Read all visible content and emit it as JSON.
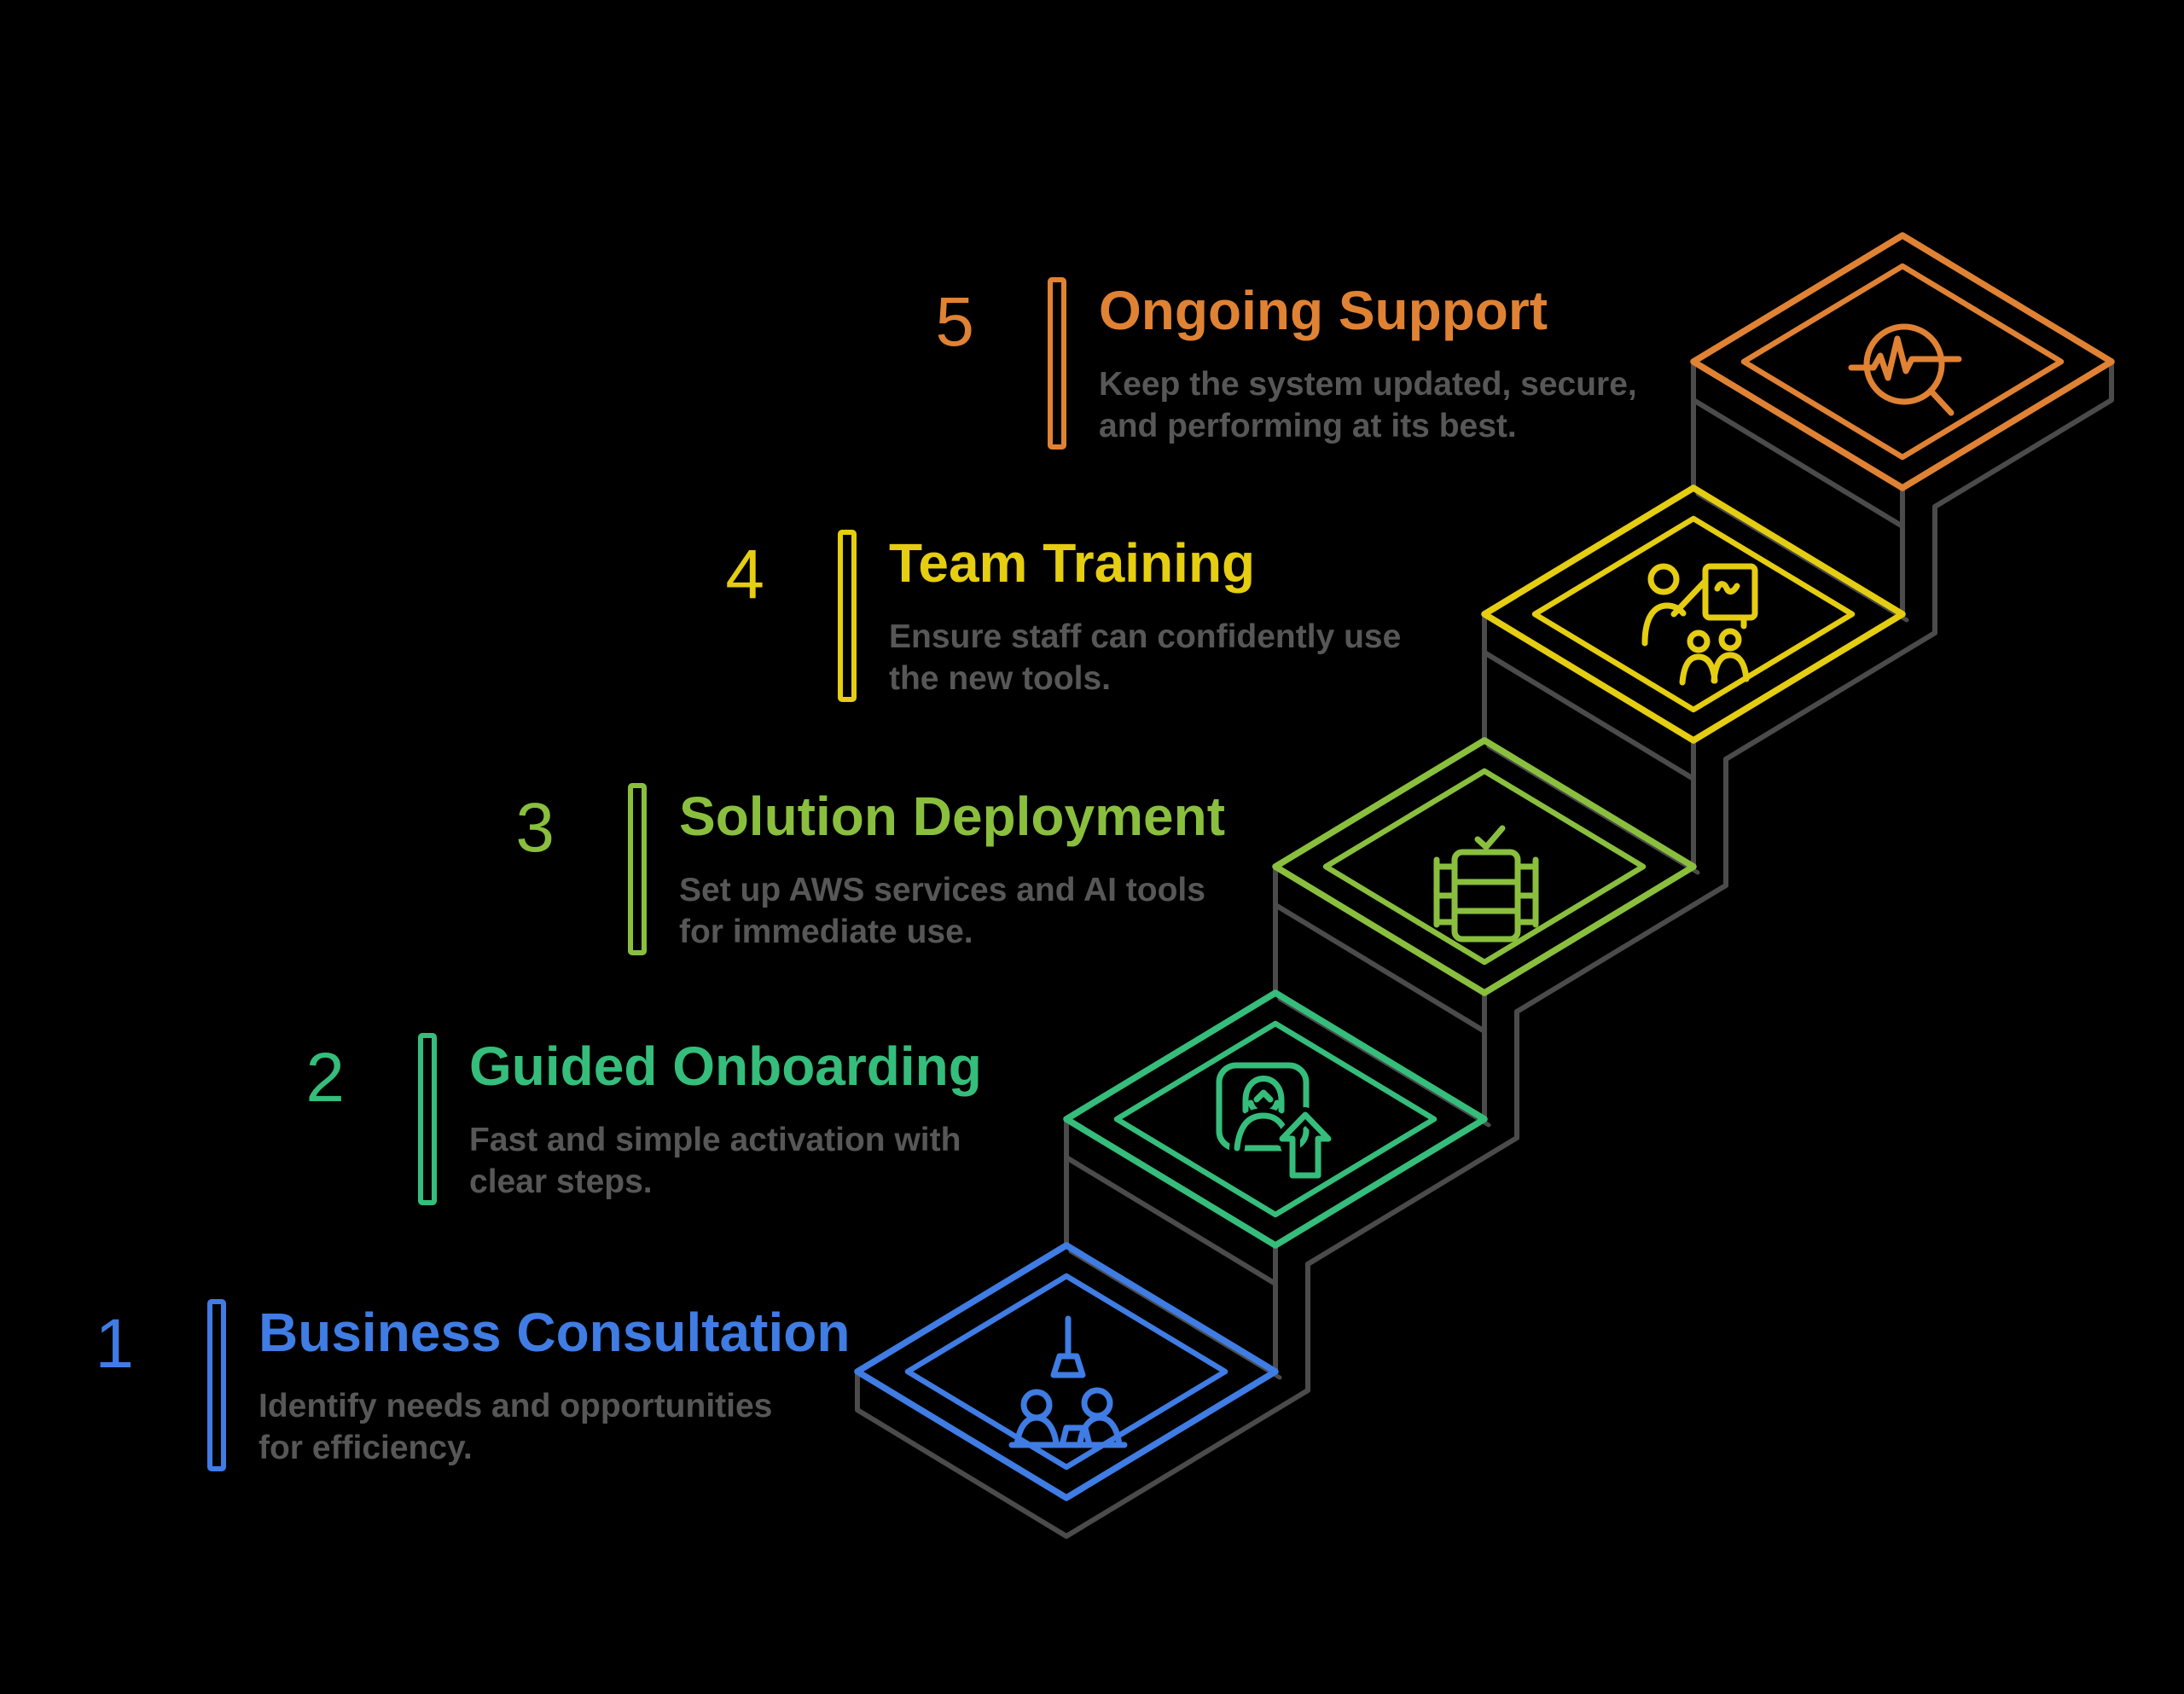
{
  "colors": {
    "background": "#000000",
    "structure_gray": "#4B4B4B",
    "body_text": "#575757"
  },
  "steps": [
    {
      "number": "1",
      "title": "Business Consultation",
      "desc_line1": "Identify needs and opportunities",
      "desc_line2": "for efficiency.",
      "color": "#3F7CE4",
      "icon": "consultation-icon"
    },
    {
      "number": "2",
      "title": "Guided Onboarding",
      "desc_line1": "Fast and simple activation with",
      "desc_line2": "clear steps.",
      "color": "#35BD7B",
      "icon": "user-onboarding-icon"
    },
    {
      "number": "3",
      "title": "Solution Deployment",
      "desc_line1": "Set up AWS services and AI tools",
      "desc_line2": "for immediate use.",
      "color": "#8ABF3E",
      "icon": "server-deployment-icon"
    },
    {
      "number": "4",
      "title": "Team Training",
      "desc_line1": "Ensure staff can confidently use",
      "desc_line2": "the new tools.",
      "color": "#E5CD11",
      "icon": "team-training-icon"
    },
    {
      "number": "5",
      "title": "Ongoing Support",
      "desc_line1": "Keep the system updated, secure,",
      "desc_line2": "and performing at its best.",
      "color": "#E08234",
      "icon": "monitoring-magnifier-icon"
    }
  ]
}
